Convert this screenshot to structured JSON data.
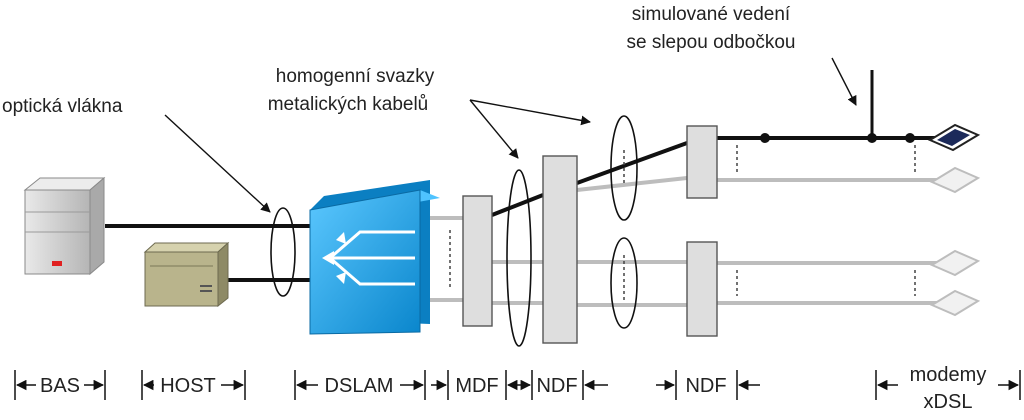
{
  "labels": {
    "optical_fibers": "optická vlákna",
    "bundles_line1": "homogenní svazky",
    "bundles_line2": "metalických kabelů",
    "simulated_line1": "simulované vedení",
    "simulated_line2": "se slepou odbočkou"
  },
  "sections": {
    "bas": "BAS",
    "host": "HOST",
    "dslam": "DSLAM",
    "mdf": "MDF",
    "ndf1": "NDF",
    "ndf2": "NDF",
    "modems_line1": "modemy",
    "modems_line2": "xDSL"
  },
  "colors": {
    "dslam_blue": "#1aa0e8",
    "panel_gray": "#dedede",
    "server_gray": "#cfcfcf",
    "host_khaki": "#b9b48c",
    "led_red": "#e02020",
    "cable_black": "#111111",
    "cable_light": "#bdbdbd"
  }
}
